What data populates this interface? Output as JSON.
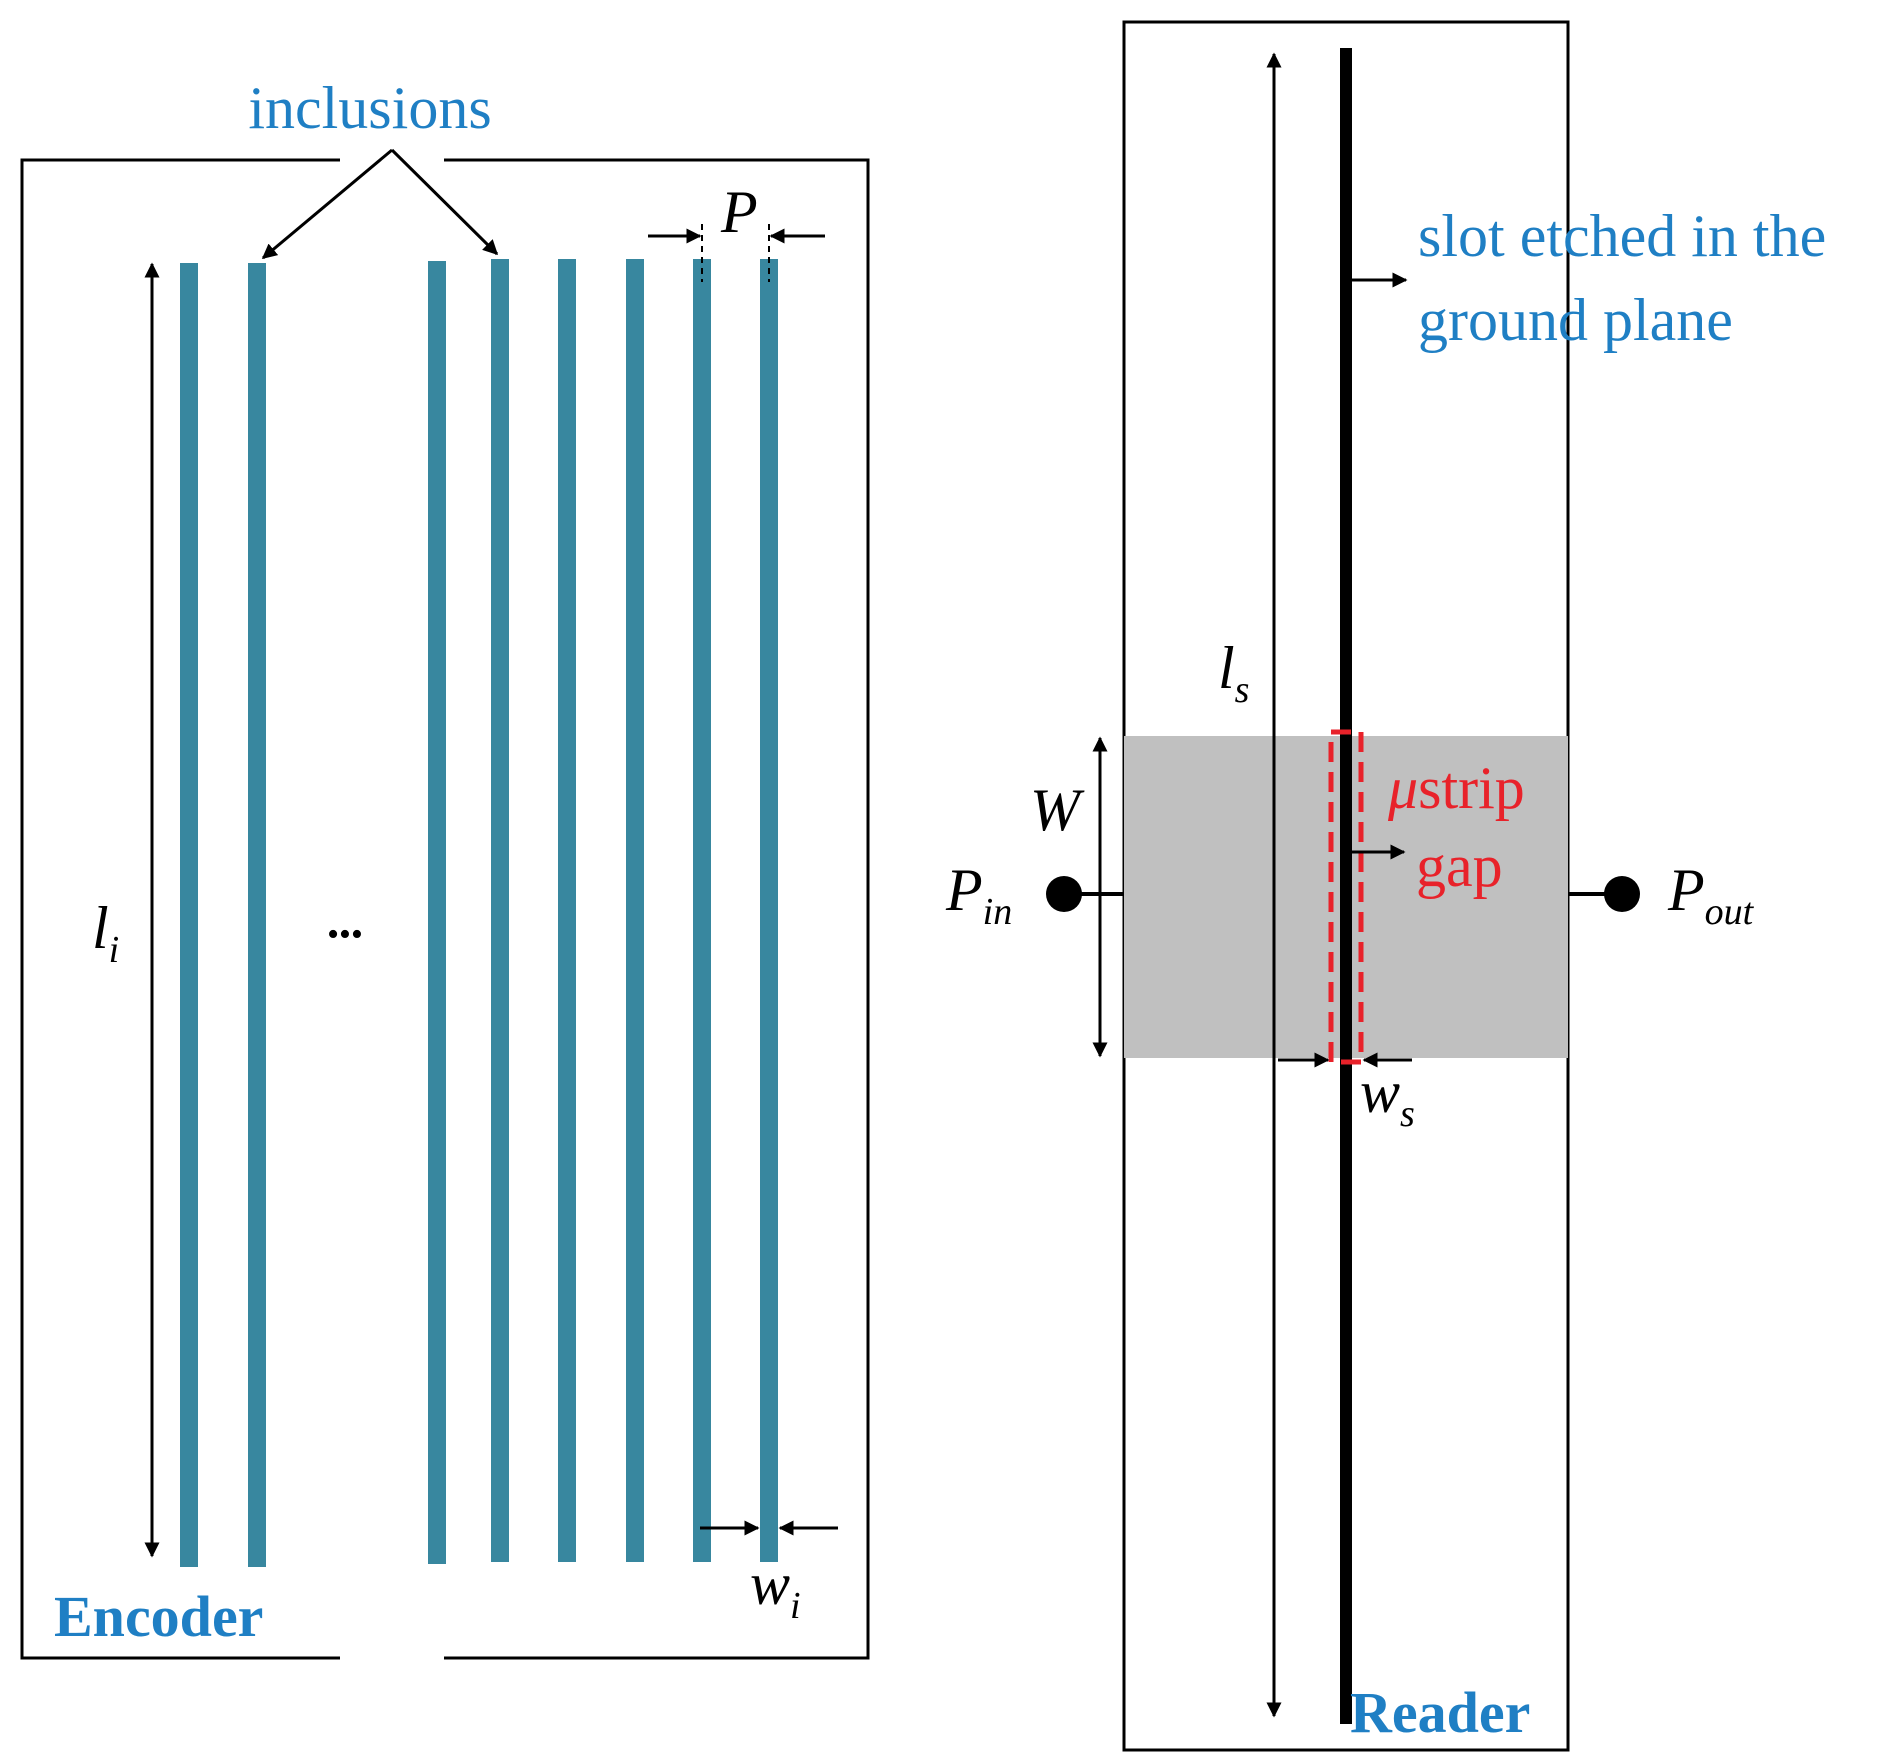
{
  "encoder": {
    "title": "Encoder",
    "inclusions_label": "inclusions",
    "ellipsis": "•••",
    "dim_length": {
      "main": "l",
      "sub": "i"
    },
    "dim_period": {
      "main": "P",
      "sub": ""
    },
    "dim_width": {
      "main": "w",
      "sub": "i"
    }
  },
  "reader": {
    "title": "Reader",
    "slot_label_line1": "slot etched in the",
    "slot_label_line2": "ground plane",
    "ustrip_label_mu": "μ",
    "ustrip_label_rest": "strip",
    "gap_label": "gap",
    "dim_slot_length": {
      "main": "l",
      "sub": "s"
    },
    "dim_strip_width": {
      "main": "W",
      "sub": ""
    },
    "dim_slot_width": {
      "main": "w",
      "sub": "s"
    },
    "port_in": {
      "main": "P",
      "sub": "in"
    },
    "port_out": {
      "main": "P",
      "sub": "out"
    }
  },
  "colors": {
    "inclusion": "#38879f",
    "label_blue": "#1f7fc4",
    "label_red": "#e8222a",
    "microstrip_fill": "#c0c0c0",
    "slot": "#000000"
  }
}
